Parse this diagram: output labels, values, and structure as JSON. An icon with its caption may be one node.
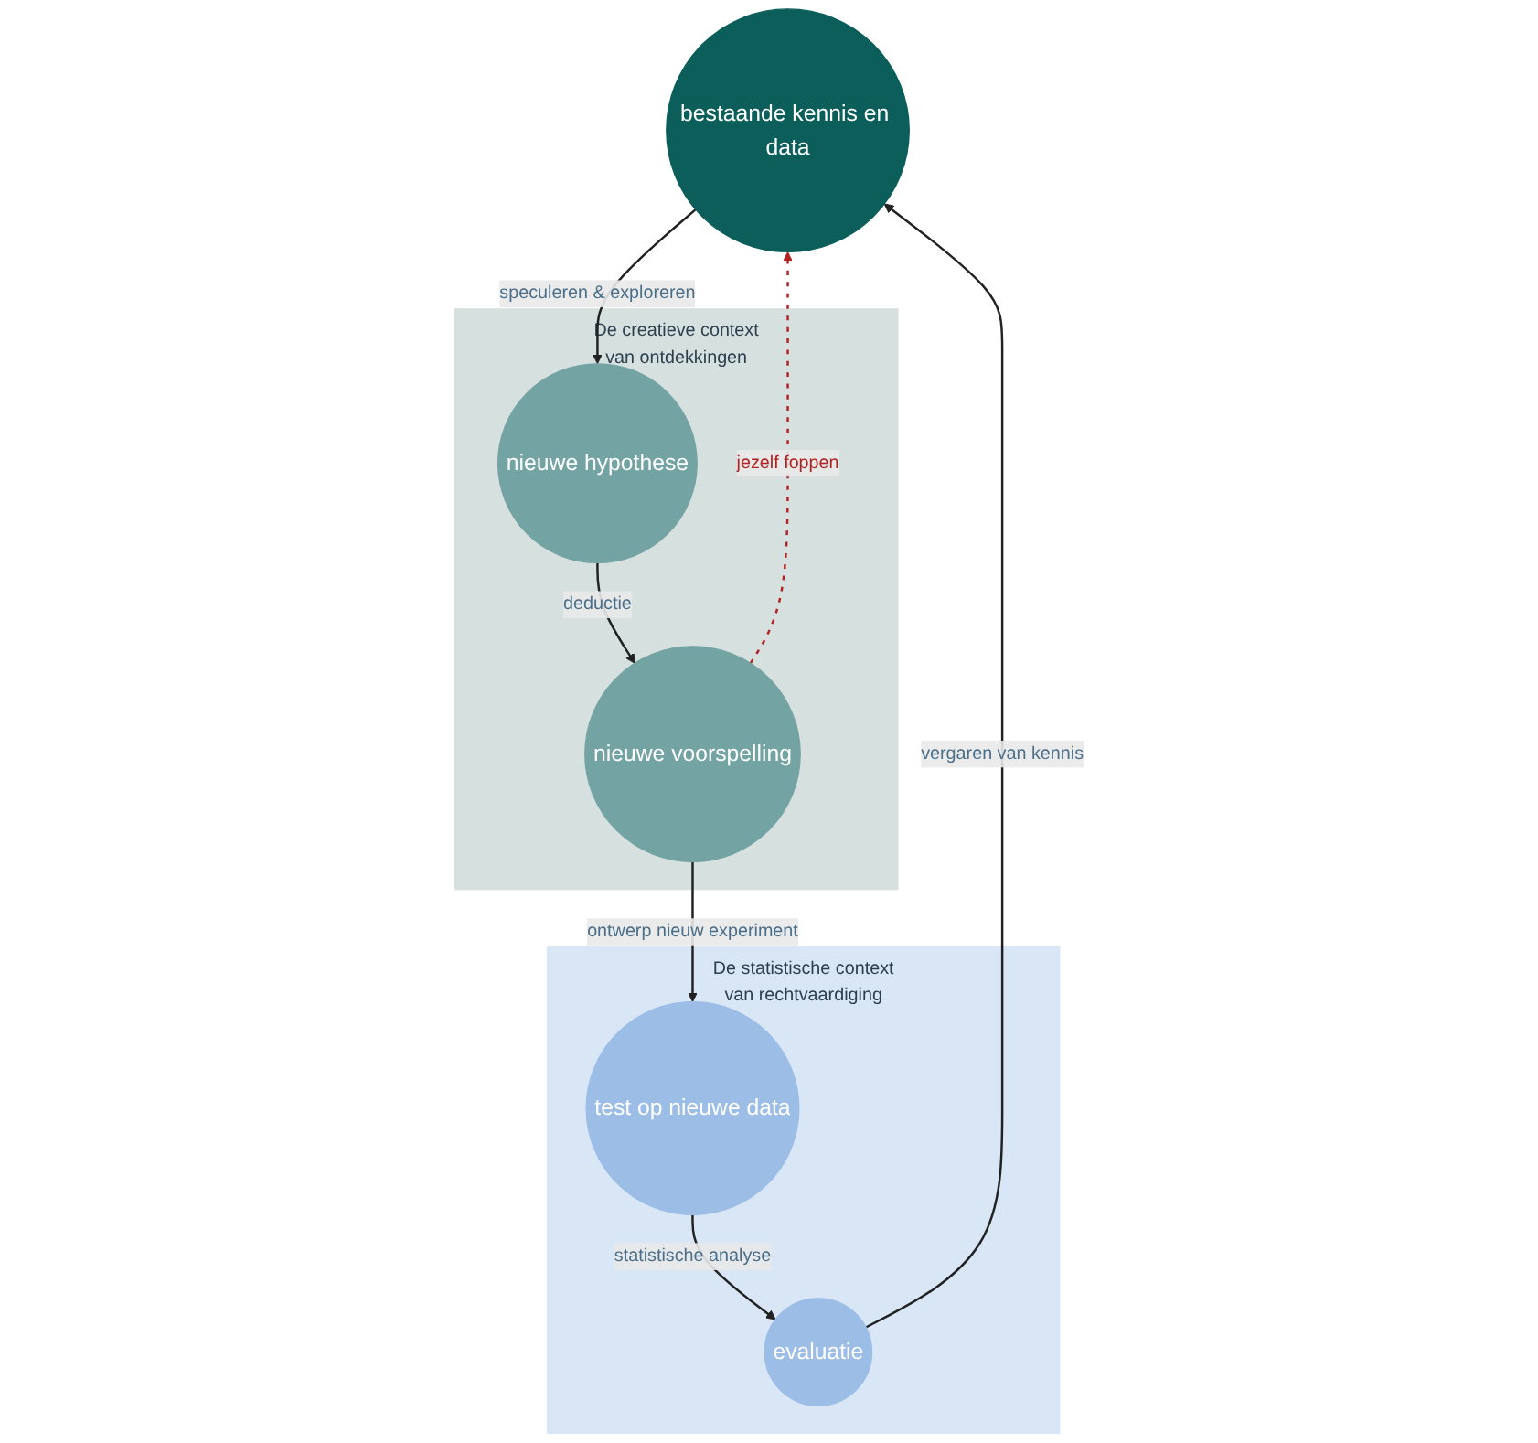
{
  "diagram": {
    "nodes": [
      {
        "text": [
          "bestaande kennis en data"
        ]
      },
      {
        "text": [
          "De statistische context",
          "van rechtvaardiging"
        ]
      },
      {
        "text": [
          "evaluatie"
        ],
        "in": 1
      },
      {
        "text": [
          "test op nieuwe data"
        ],
        "in": 1
      },
      {
        "text": [
          "De creatieve context",
          "van ontdekkingen"
        ]
      },
      {
        "text": [
          "nieuwe hypothese"
        ],
        "in": 4
      },
      {
        "text": [
          "nieuwe voorspelling"
        ],
        "in": 4
      }
    ],
    "edges": [
      {
        "from": 0,
        "to": 5,
        "arrow": "to",
        "label": "speculeren & exploreren"
      },
      {
        "from": 5,
        "to": 6,
        "arrow": "to",
        "label": "deductie"
      },
      {
        "from": 6,
        "to": 3,
        "arrow": "to",
        "label": "ontwerp nieuw experiment"
      },
      {
        "from": 3,
        "to": 2,
        "arrow": "to",
        "label": "statistische analyse"
      },
      {
        "from": 2,
        "to": 0,
        "arrow": "to",
        "label": "vergaren van kennis"
      },
      {
        "from": 6,
        "to": 0,
        "arrow": "to",
        "label": "jezelf foppen",
        "style": "dashed",
        "color": "#b22222"
      }
    ]
  }
}
